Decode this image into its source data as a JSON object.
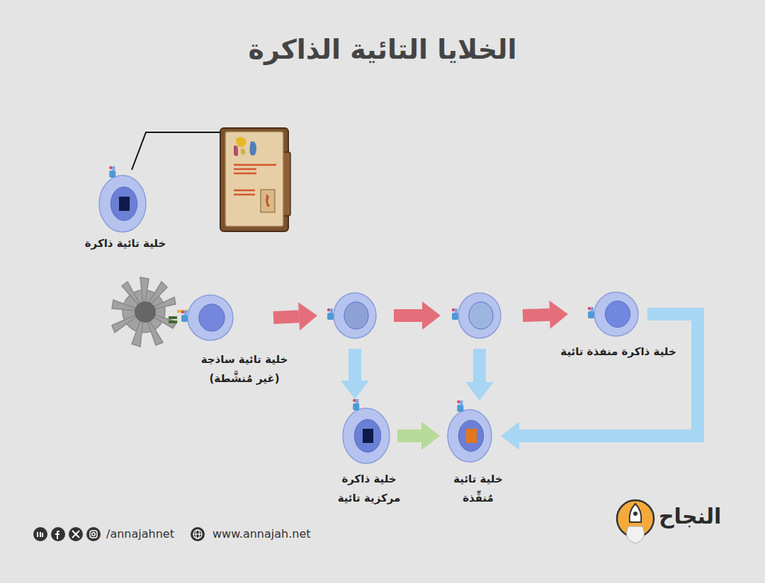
{
  "diagram": {
    "title": "الخلايا التائية الذاكرة",
    "nodes": [
      {
        "text": [
          "خلية تائية ذاكرة"
        ]
      },
      {
        "text": [
          "خلية تائية ساذجة (غير مُنشَّطة)"
        ]
      },
      {
        "text": []
      },
      {
        "text": []
      },
      {
        "text": [
          "خلية ذاكرة منفذة تائية"
        ]
      },
      {
        "text": [
          "خلية ذاكرة مركزية تائية"
        ]
      },
      {
        "text": [
          "خلية تائية مُنفِّذة"
        ]
      }
    ],
    "edges": [
      {
        "from": 1,
        "to": 2,
        "arrow": "to"
      },
      {
        "from": 2,
        "to": 3,
        "arrow": "to"
      },
      {
        "from": 3,
        "to": 4,
        "arrow": "to"
      },
      {
        "from": 2,
        "to": 5,
        "arrow": "to"
      },
      {
        "from": 3,
        "to": 6,
        "arrow": "to"
      },
      {
        "from": 5,
        "to": 6,
        "arrow": "to"
      },
      {
        "from": 4,
        "to": 6,
        "arrow": "to"
      }
    ],
    "labels": [
      "/annajahnet",
      "www.annajah.net",
      "النجاح"
    ]
  }
}
